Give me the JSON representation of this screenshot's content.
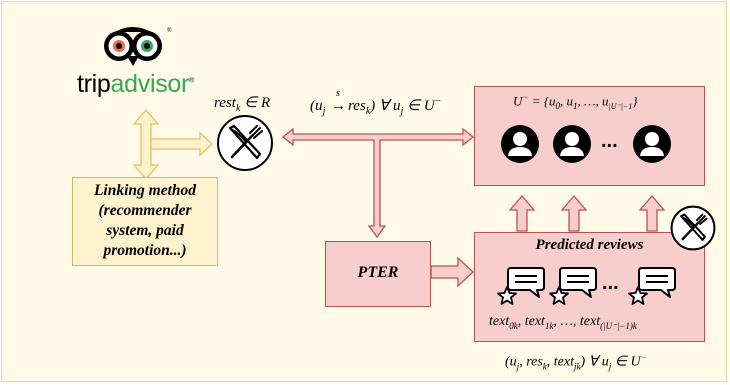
{
  "brand": {
    "logo_text_trip": "trip",
    "logo_text_advisor": "advisor",
    "logo_icon": "tripadvisor-owl-eyes-icon",
    "registered_mark": "®"
  },
  "restaurant": {
    "label": "rest_k ∈ R",
    "label_parts": {
      "var": "rest",
      "sub": "k",
      "rest": " ∈ R"
    },
    "icon": "fork-knife-icon"
  },
  "visits": {
    "label": "(u_j →s res_k) ∀ u_j ∈ U⁻",
    "parts": {
      "open": "(u",
      "sub_j": "j",
      "arrow_top": "s",
      "arrow": "→",
      "res": "res",
      "sub_k": "k",
      "close": ")",
      "forall": " ∀ u",
      "sub_j2": "j",
      "in": " ∈ U",
      "sup": "−"
    }
  },
  "users_box": {
    "label": "U⁻ = {u₀, u₁, …, u_{|U⁻|−1}}",
    "parts": {
      "U": "U",
      "sup": "−",
      "eq": " = {u",
      "s0": "0",
      "c1": ", u",
      "s1": "1",
      "dots": ", …, u",
      "sN": "|U⁻|−1",
      "close": "}"
    },
    "ellipsis": "...",
    "icon": "user-icon"
  },
  "linking": {
    "lines": [
      "Linking method",
      "(recommender",
      "system, paid",
      "promotion...)"
    ]
  },
  "pter": {
    "label": "PTER"
  },
  "reviews_box": {
    "title": "Predicted reviews",
    "ellipsis": "...",
    "icon": "review-chat-icon",
    "texts_label": "text_0k, text_1k, …, text_(|U⁻|−1)k",
    "texts_parts": {
      "t0": "text",
      "s0": "0k",
      "t1": ", text",
      "s1": "1k",
      "mid": ", …, text",
      "sN": "(|U⁻|−1)k"
    }
  },
  "output": {
    "label": "(u_j, res_k, text_jk) ∀ u_j ∈ U⁻",
    "parts": {
      "open": "(u",
      "sj": "j",
      "c1": ", res",
      "sk": "k",
      "c2": ", text",
      "sjk": "jk",
      "close": ") ∀ u",
      "sj2": "j",
      "in": " ∈ U",
      "sup": "−"
    }
  },
  "colors": {
    "pink_fill": "#f8cecc",
    "pink_stroke": "#b85450",
    "yellow_fill": "#fff2cc",
    "yellow_stroke": "#d6b656",
    "brand_green": "#34a853"
  }
}
